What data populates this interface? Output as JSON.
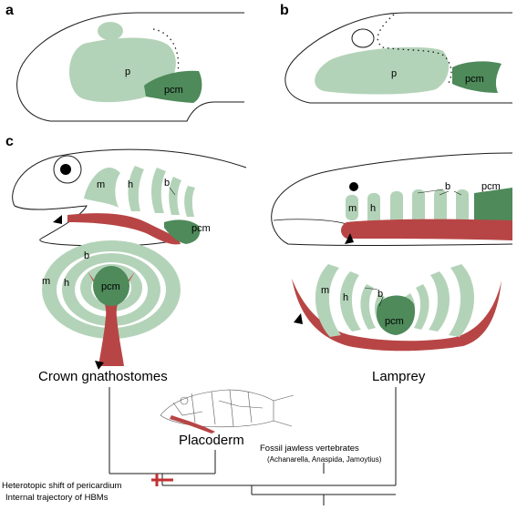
{
  "panels": {
    "a": {
      "letter": "a",
      "pharynx_label": "p",
      "pericardium_label": "pcm"
    },
    "b": {
      "letter": "b",
      "pharynx_label": "p",
      "pericardium_label": "pcm"
    },
    "c": {
      "letter": "c",
      "gnathostome": {
        "name": "Crown gnathostomes",
        "mandibular_label": "m",
        "hyoid_label": "h",
        "branchial_label": "b",
        "pericardium_label": "pcm"
      },
      "lamprey": {
        "name": "Lamprey",
        "mandibular_label": "m",
        "hyoid_label": "h",
        "branchial_label": "b",
        "pericardium_label": "pcm"
      }
    }
  },
  "tree": {
    "placoderm_label": "Placoderm",
    "jawless_label": "Fossil jawless vertebrates",
    "jawless_examples": "(Achanarella, Anaspida, Jamoytius)",
    "event_line1": "Heterotopic shift of pericardium",
    "event_line2": "Internal trajectory of HBMs"
  },
  "colors": {
    "pharynx_light_green": "#b3d3b8",
    "pericardium_dark_green": "#4e8a5a",
    "hypobranchial_red": "#b84545",
    "outline": "#1a1a1a"
  }
}
